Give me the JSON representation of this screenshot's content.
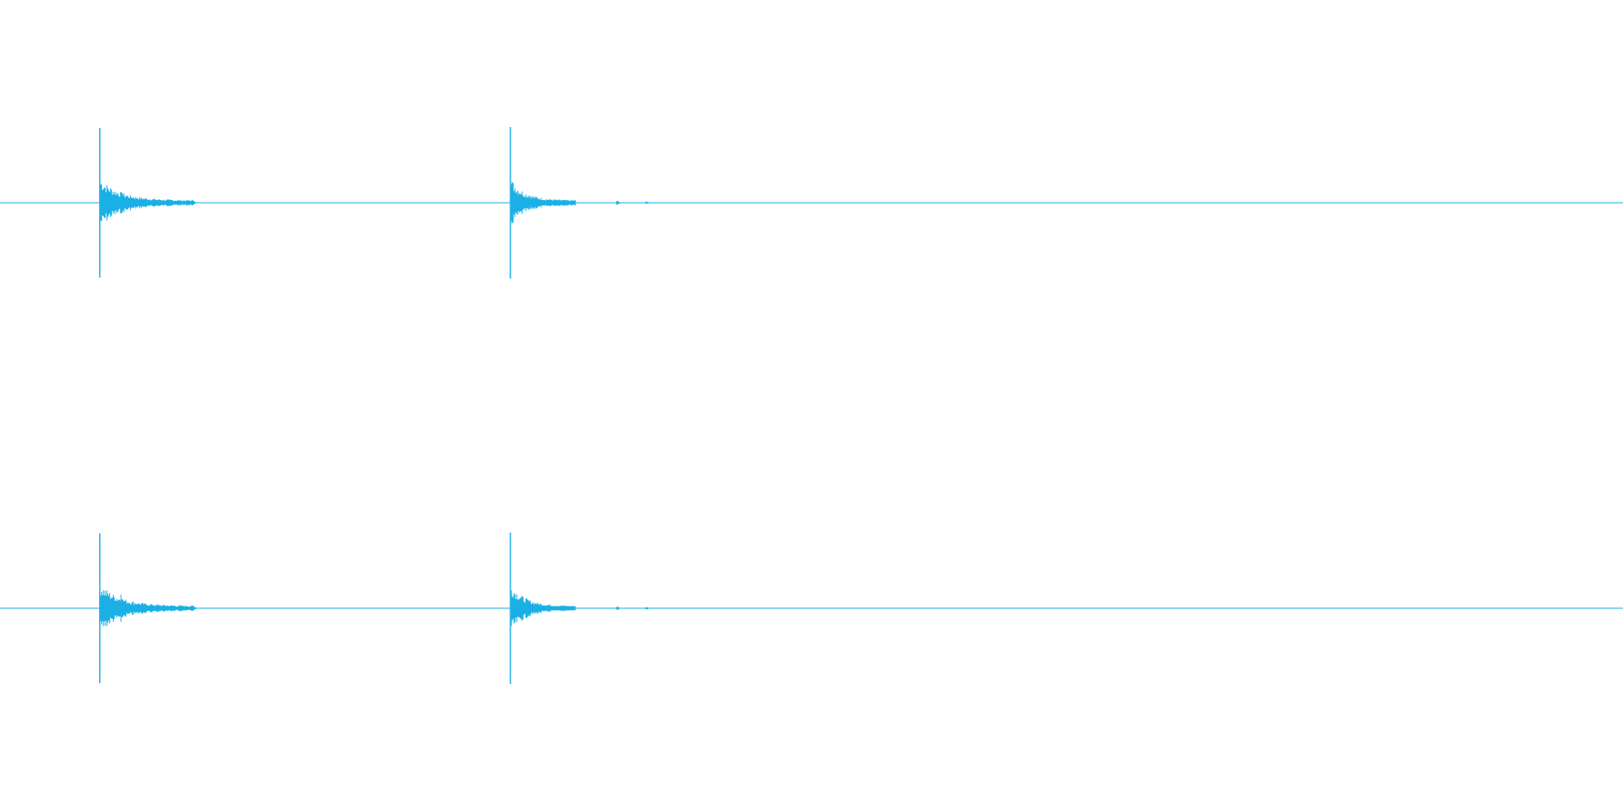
{
  "colors": {
    "background": "#ffffff",
    "waveform": "#1ab0e6"
  },
  "chart_data": {
    "type": "line",
    "kind": "stereo-waveform",
    "title": "",
    "xlabel": "",
    "ylabel": "",
    "x_unit": "fraction-of-duration",
    "ylim": [
      -1,
      1
    ],
    "grid": false,
    "legend": "none",
    "series": [
      {
        "channel": 1,
        "events": [
          {
            "onset": 0.0615,
            "peak_pos": 0.99,
            "peak_neg": -0.99,
            "decay": 0.058,
            "minor": [
              {
                "t": 0.0745,
                "amp": 0.22
              },
              {
                "t": 0.119,
                "amp": 0.03
              }
            ]
          },
          {
            "onset": 0.3145,
            "peak_pos": 1.0,
            "peak_neg": -1.0,
            "decay": 0.04,
            "minor": [
              {
                "t": 0.326,
                "amp": 0.12
              },
              {
                "t": 0.38,
                "amp": 0.03
              },
              {
                "t": 0.398,
                "amp": 0.02
              }
            ]
          }
        ]
      },
      {
        "channel": 2,
        "events": [
          {
            "onset": 0.0615,
            "peak_pos": 0.99,
            "peak_neg": -0.99,
            "decay": 0.058,
            "minor": [
              {
                "t": 0.0745,
                "amp": 0.22
              },
              {
                "t": 0.119,
                "amp": 0.03
              }
            ]
          },
          {
            "onset": 0.3145,
            "peak_pos": 1.0,
            "peak_neg": -1.0,
            "decay": 0.04,
            "minor": [
              {
                "t": 0.326,
                "amp": 0.12
              },
              {
                "t": 0.38,
                "amp": 0.03
              },
              {
                "t": 0.398,
                "amp": 0.02
              }
            ]
          }
        ]
      }
    ]
  }
}
